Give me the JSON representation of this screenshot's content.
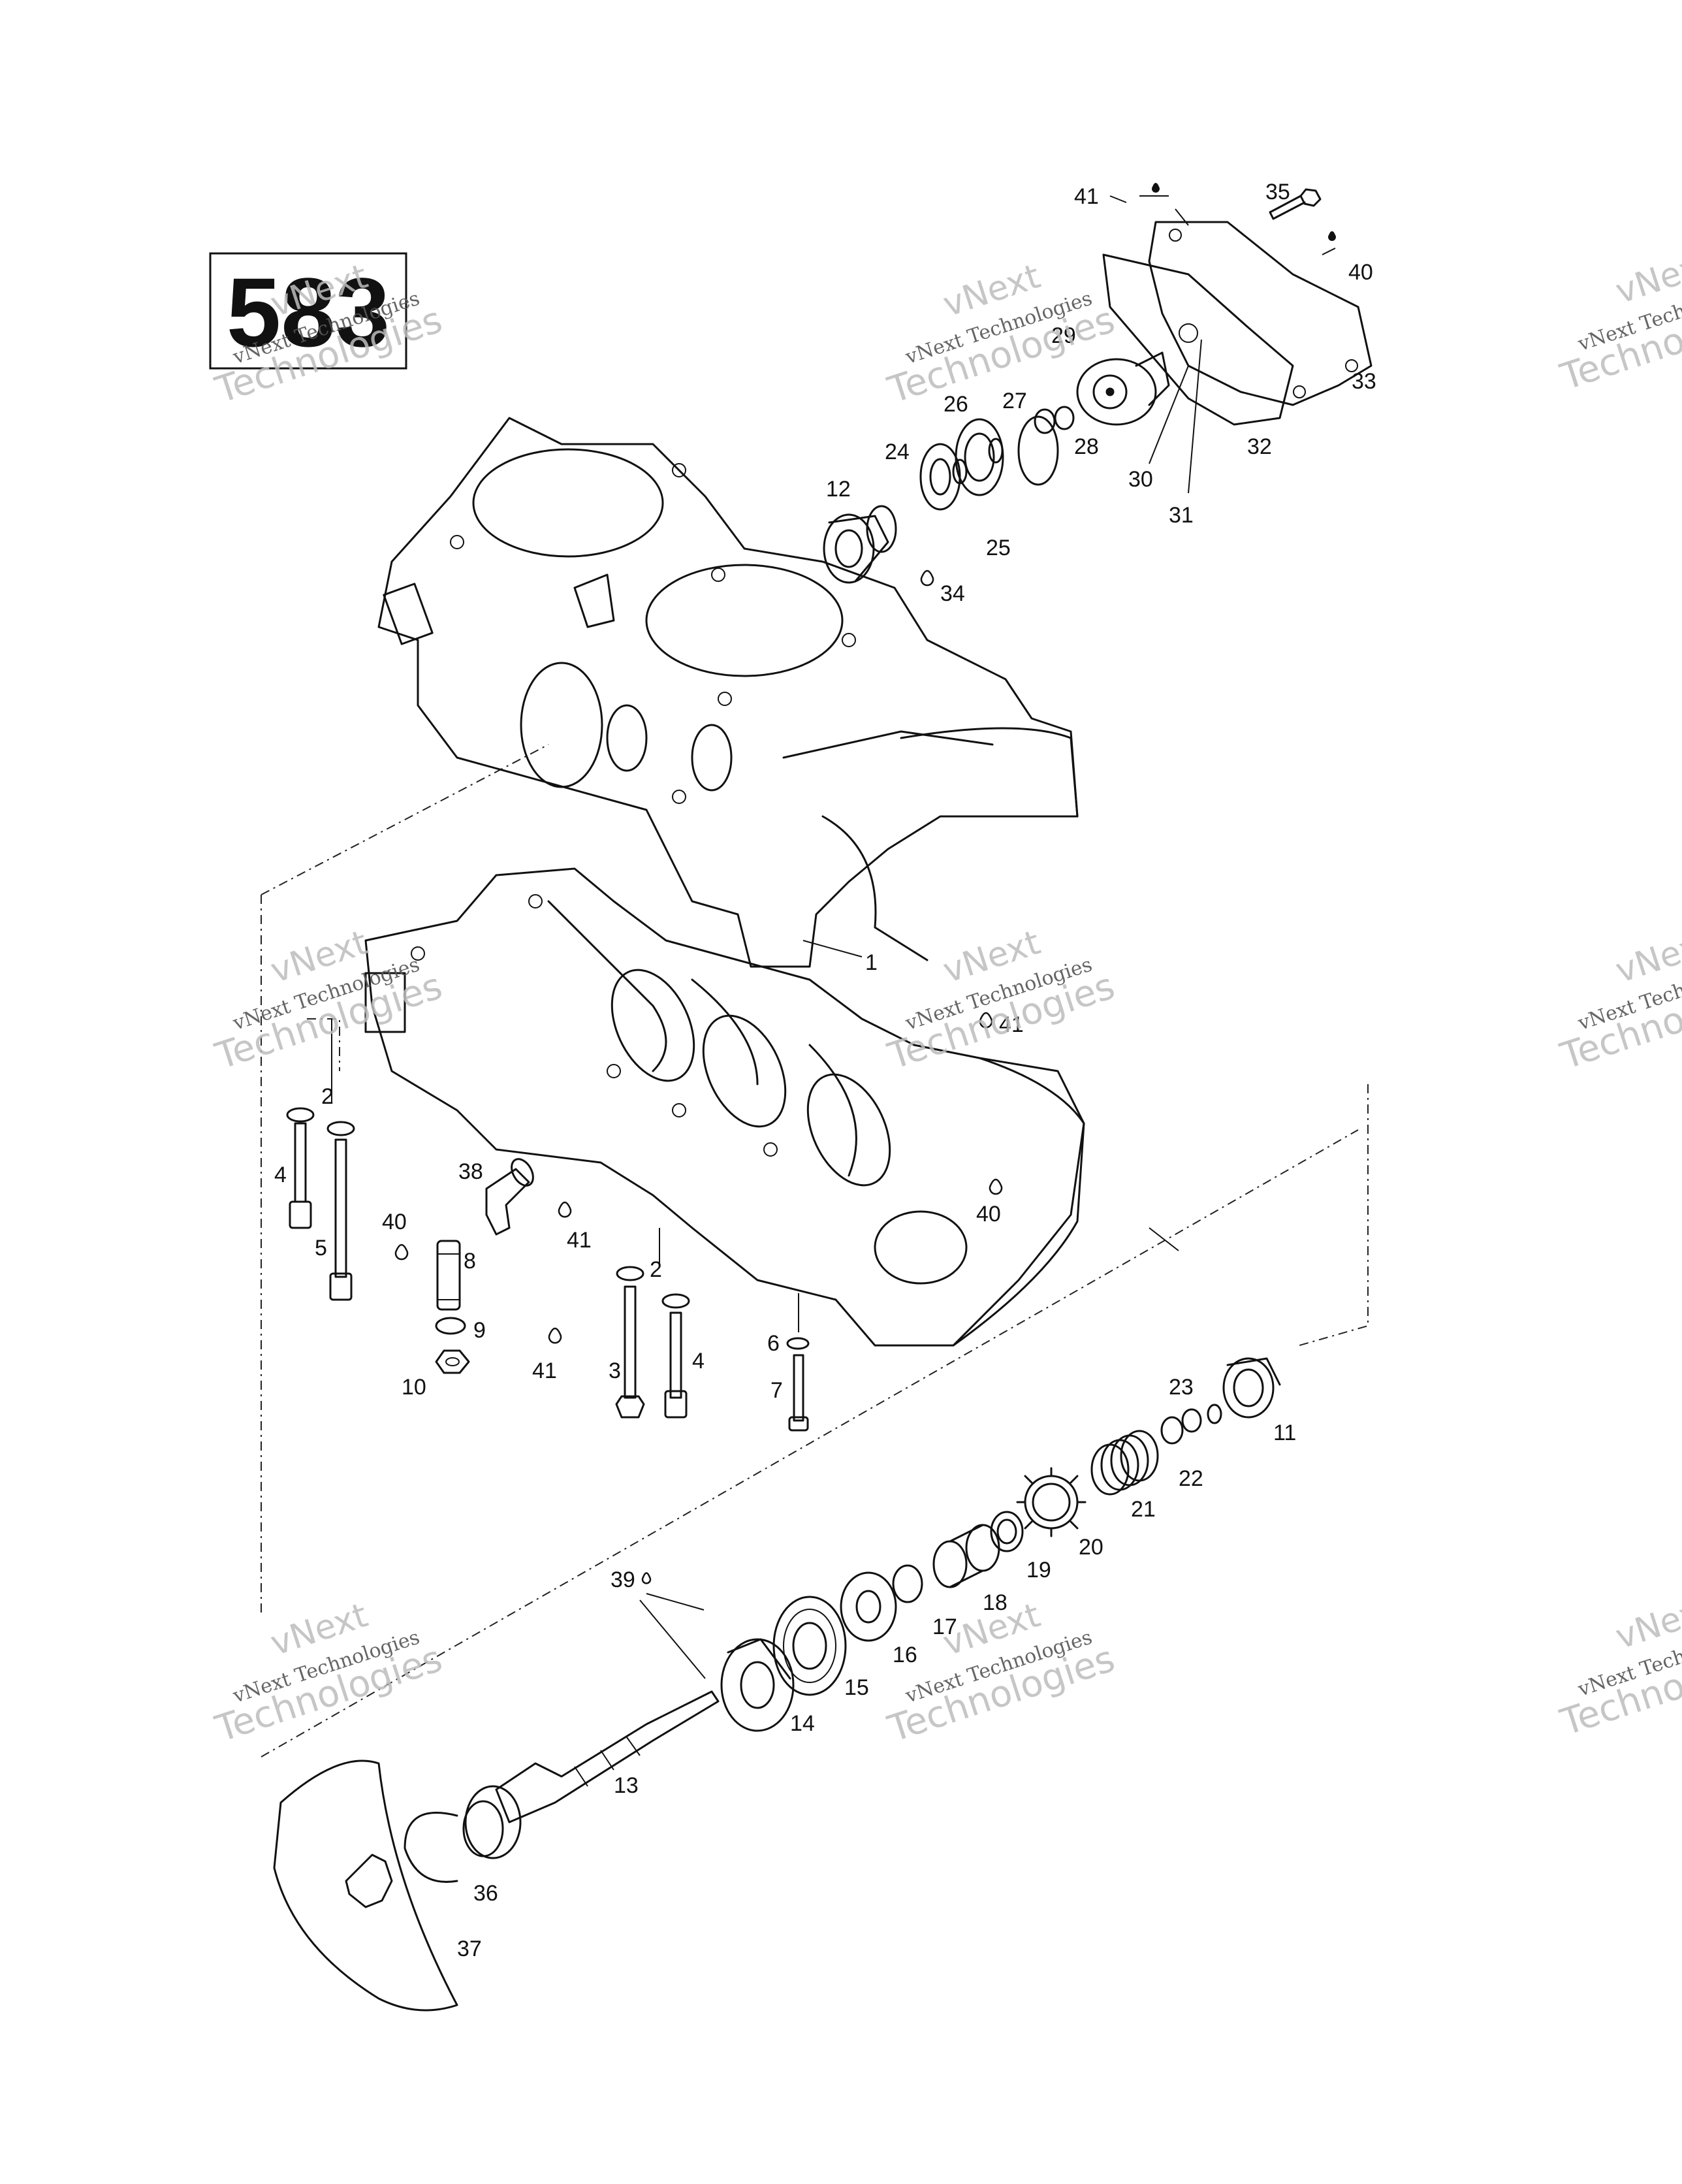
{
  "page_number": "583",
  "watermark": {
    "brand": "vNext",
    "line1": "vNext Technologies",
    "line2": "Technologies"
  },
  "callouts": [
    "1",
    "2",
    "2",
    "3",
    "4",
    "4",
    "5",
    "6",
    "7",
    "8",
    "9",
    "10",
    "11",
    "12",
    "13",
    "14",
    "15",
    "16",
    "17",
    "18",
    "19",
    "20",
    "21",
    "22",
    "23",
    "24",
    "25",
    "26",
    "27",
    "28",
    "29",
    "30",
    "31",
    "32",
    "33",
    "34",
    "35",
    "36",
    "37",
    "38",
    "39",
    "40",
    "40",
    "40",
    "41",
    "41",
    "41",
    "41"
  ]
}
